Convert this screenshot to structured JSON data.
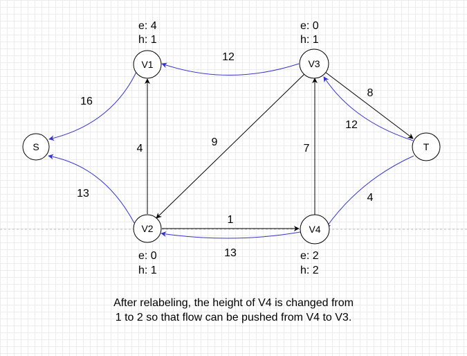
{
  "nodes": {
    "s": "S",
    "v1": "V1",
    "v2": "V2",
    "v3": "V3",
    "v4": "V4",
    "t": "T"
  },
  "node_meta": {
    "v1": {
      "e": "e: 4",
      "h": "h: 1"
    },
    "v2": {
      "e": "e: 0",
      "h": "h: 1"
    },
    "v3": {
      "e": "e: 0",
      "h": "h: 1"
    },
    "v4": {
      "e": "e: 2",
      "h": "h: 2"
    }
  },
  "edges": {
    "v3_v1": "12",
    "v1_s": "16",
    "v2_s": "13",
    "v2_v1": "4",
    "v3_v2": "9",
    "v3_t": "8",
    "t_v3": "12",
    "v4_v3": "7",
    "t_v4": "4",
    "v2_v4": "1",
    "v4_v2": "13"
  },
  "colors": {
    "residual_edge": "#3333cc",
    "flow_edge": "#000000",
    "node_border": "#000000"
  },
  "caption": "After relabeling, the height of V4 is changed from 1 to 2 so that flow can be pushed from V4 to V3."
}
